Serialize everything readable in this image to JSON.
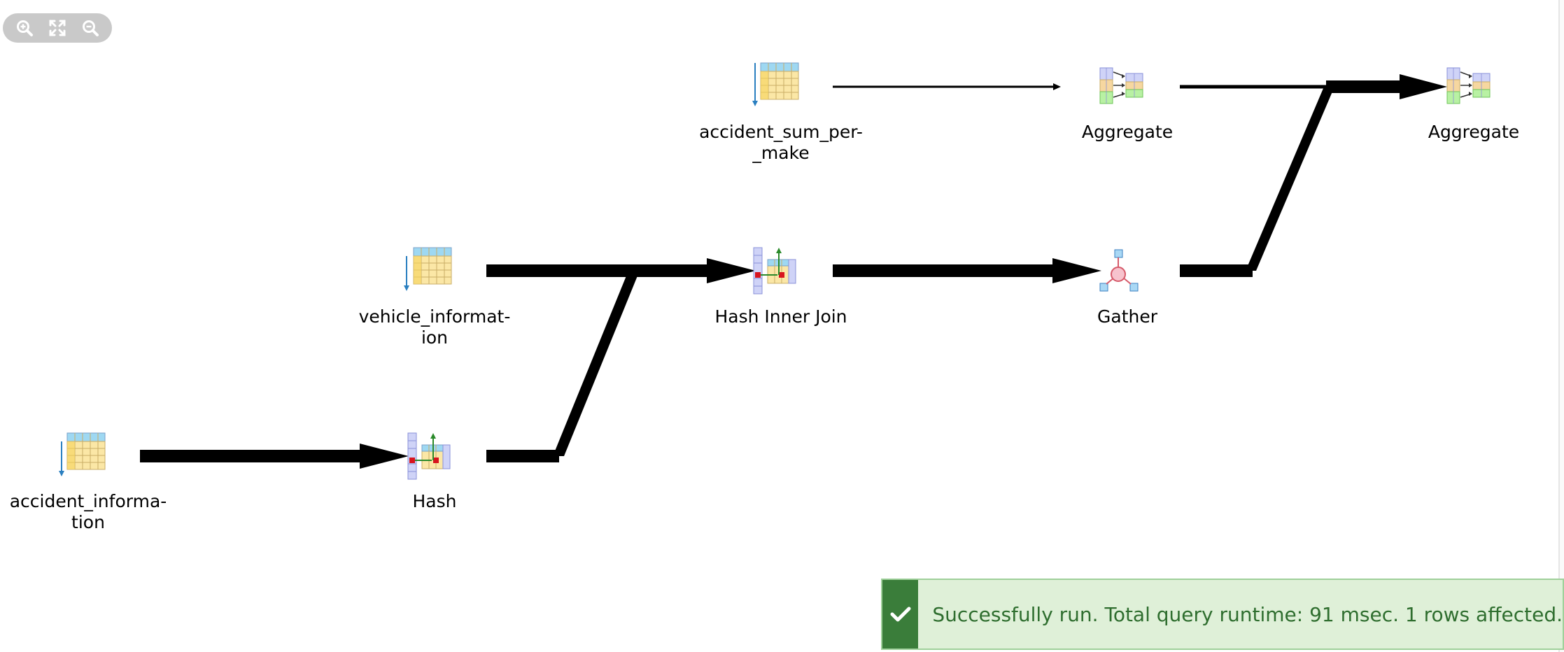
{
  "toolbar": {
    "zoom_in_icon": "zoom-in-icon",
    "fit_icon": "zoom-fit-icon",
    "zoom_out_icon": "zoom-out-icon"
  },
  "plan": {
    "nodes": [
      {
        "id": "accident_sum",
        "label": "accident_sum_per-\n_make",
        "icon": "table-scan-icon"
      },
      {
        "id": "aggregate1",
        "label": "Aggregate",
        "icon": "aggregate-icon"
      },
      {
        "id": "aggregate2",
        "label": "Aggregate",
        "icon": "aggregate-icon"
      },
      {
        "id": "vehicle_info",
        "label": "vehicle_informat-\nion",
        "icon": "table-scan-icon"
      },
      {
        "id": "hash_inner_join",
        "label": "Hash Inner Join",
        "icon": "hash-join-icon"
      },
      {
        "id": "gather",
        "label": "Gather",
        "icon": "gather-icon"
      },
      {
        "id": "accident_info",
        "label": "accident_informa-\ntion",
        "icon": "table-scan-icon"
      },
      {
        "id": "hash",
        "label": "Hash",
        "icon": "hash-icon"
      }
    ]
  },
  "toast": {
    "message": "Successfully run. Total query runtime: 91 msec. 1 rows affected.",
    "icon": "check-icon",
    "colors": {
      "bg": "#dff0d8",
      "accent": "#3a7d3a",
      "text": "#2f6e2f"
    }
  }
}
